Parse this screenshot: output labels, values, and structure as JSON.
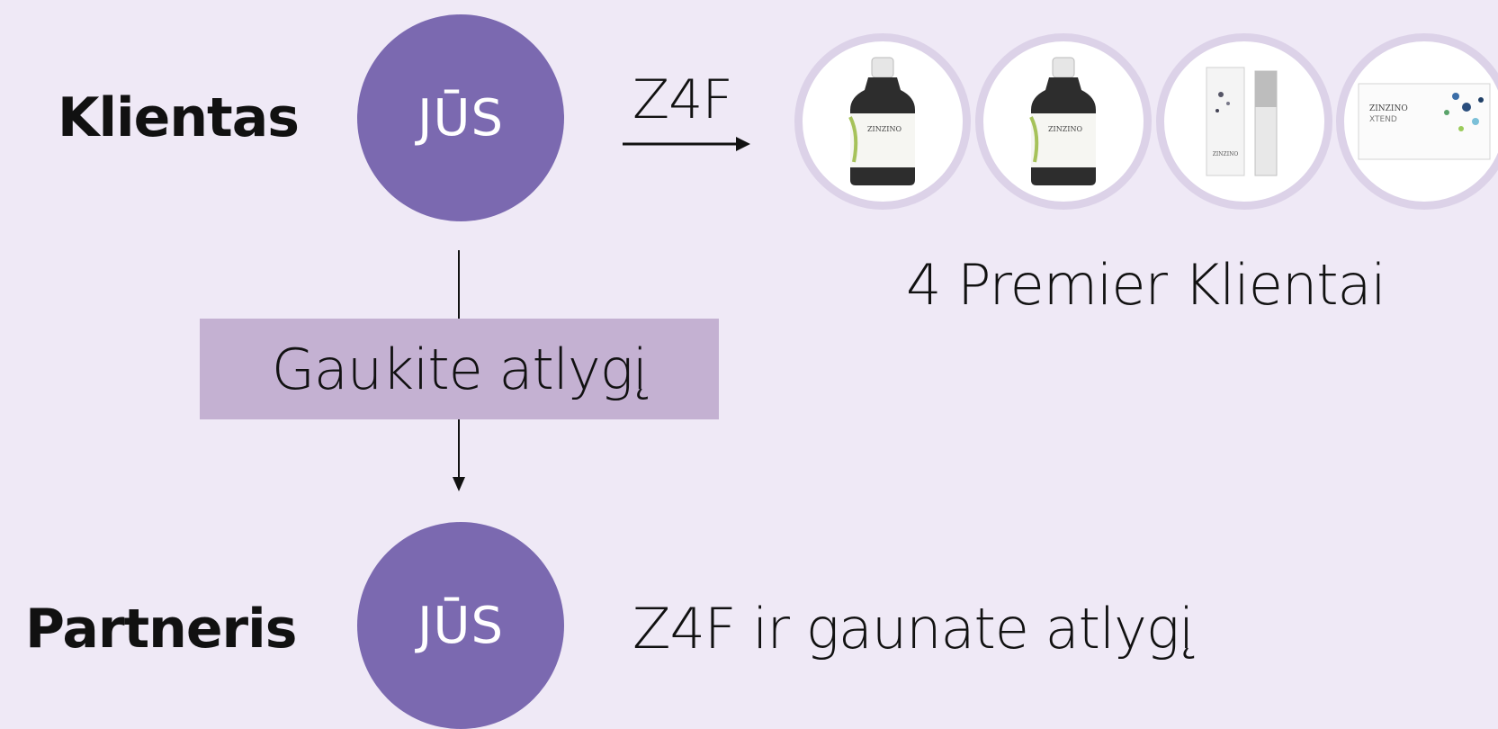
{
  "roles": {
    "client_label": "Klientas",
    "partner_label": "Partneris"
  },
  "nodes": {
    "client_circle": "JŪS",
    "partner_circle": "JŪS"
  },
  "arrow_label": "Z4F",
  "products": [
    {
      "name": "bottle-icon",
      "brand": "ZINZINO"
    },
    {
      "name": "bottle-icon",
      "brand": "ZINZINO"
    },
    {
      "name": "serum-icon",
      "brand": "ZINZINO"
    },
    {
      "name": "box-icon",
      "brand": "ZINZINO",
      "sub": "XTEND"
    }
  ],
  "premier_text": "4 Premier Klientai",
  "reward_box": "Gaukite atlygį",
  "partner_text": "Z4F ir gaunate atlygį",
  "colors": {
    "background": "#efe9f6",
    "circle": "#7b69b0",
    "reward_box": "#c4b1d2",
    "product_ring": "#dcd2e8"
  }
}
